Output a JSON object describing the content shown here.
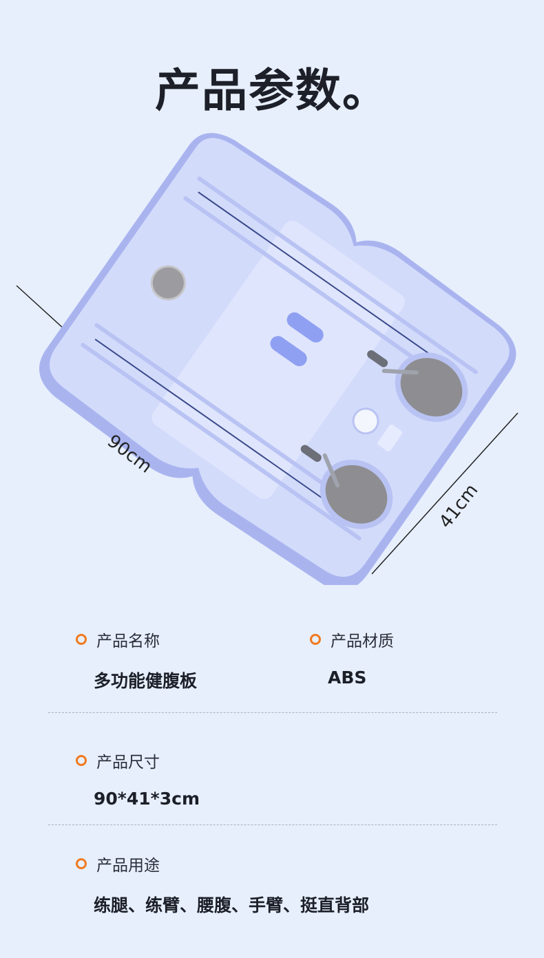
{
  "page": {
    "title": "产品参数。"
  },
  "product_image": {
    "length_label": "90cm",
    "width_label": "41cm",
    "colors": {
      "board": "#cdd6f9",
      "board_edge": "#a8b3ef",
      "pad": "#8e8e92",
      "accent": "#f07a1f"
    }
  },
  "specs": {
    "name": {
      "label": "产品名称",
      "value": "多功能健腹板"
    },
    "material": {
      "label": "产品材质",
      "value": "ABS"
    },
    "size": {
      "label": "产品尺寸",
      "value": "90*41*3cm"
    },
    "usage": {
      "label": "产品用途",
      "value": "练腿、练臂、腰腹、手臂、挺直背部"
    }
  }
}
